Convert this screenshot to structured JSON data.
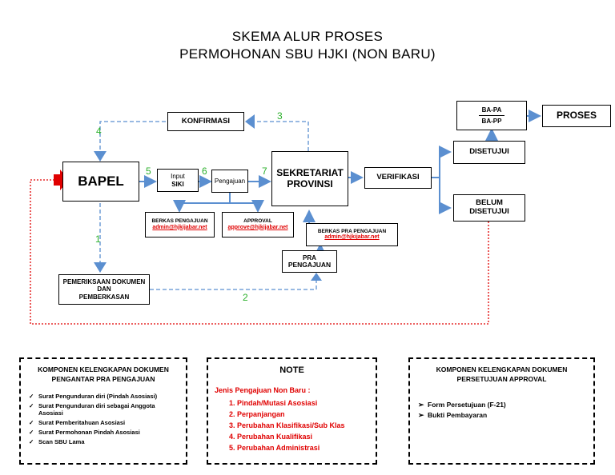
{
  "title": {
    "line1": "SKEMA ALUR PROSES",
    "line2": "PERMOHONAN SBU HJKI (NON BARU)"
  },
  "boxes": {
    "bapel": "BAPEL",
    "input_siki_1": "Input",
    "input_siki_2": "SIKI",
    "pengajuan": "Pengajuan",
    "sekretariat_1": "SEKRETARIAT",
    "sekretariat_2": "PROVINSI",
    "verifikasi": "VERIFIKASI",
    "konfirmasi": "KONFIRMASI",
    "disetujui": "DISETUJUI",
    "belum_1": "BELUM",
    "belum_2": "DISETUJUI",
    "bapa": "BA-PA",
    "bapp": "BA-PP",
    "proses": "PROSES",
    "berkas_pengajuan": "BERKAS PENGAJUAN",
    "berkas_pengajuan_email": "admin@hjkijabar.net",
    "approval": "APPROVAL",
    "approval_email": "approve@hjkijabar.net",
    "berkas_pra": "BERKAS PRA PENGAJUAN",
    "berkas_pra_email": "admin@hjkijabar.net",
    "pra_1": "PRA",
    "pra_2": "PENGAJUAN",
    "pemeriksaan_1": "PEMERIKSAAN DOKUMEN",
    "pemeriksaan_2": "DAN",
    "pemeriksaan_3": "PEMBERKASAN"
  },
  "steps": {
    "s1": "1",
    "s2": "2",
    "s3": "3",
    "s4": "4",
    "s5": "5",
    "s6": "6",
    "s7": "7"
  },
  "panels": {
    "left": {
      "title1": "KOMPONEN KELENGKAPAN DOKUMEN",
      "title2": "PENGANTAR PRA PENGAJUAN",
      "items": [
        "Surat Pengunduran diri (Pindah Asosiasi)",
        "Surat Pengunduran diri sebagai Anggota Asosiasi",
        "Surat Pemberitahuan Asosiasi",
        "Surat Permohonan Pindah Asosiasi",
        "Scan SBU Lama"
      ]
    },
    "note": {
      "title": "NOTE",
      "heading": "Jenis Pengajuan Non Baru :",
      "items": [
        "1.  Pindah/Mutasi Asosiasi",
        "2.  Perpanjangan",
        "3.  Perubahan Klasifikasi/Sub Klas",
        "4.  Perubahan Kualifikasi",
        "5.  Perubahan Administrasi"
      ]
    },
    "right": {
      "title1": "KOMPONEN KELENGKAPAN DOKUMEN",
      "title2": "PERSETUJUAN APPROVAL",
      "items": [
        "Form Persetujuan (F-21)",
        "Bukti Pembayaran"
      ]
    }
  },
  "colors": {
    "arrow_blue": "#5b8fd0",
    "dashed_blue": "#5b8fd0",
    "red": "#e00000",
    "green": "#2bb02b"
  }
}
